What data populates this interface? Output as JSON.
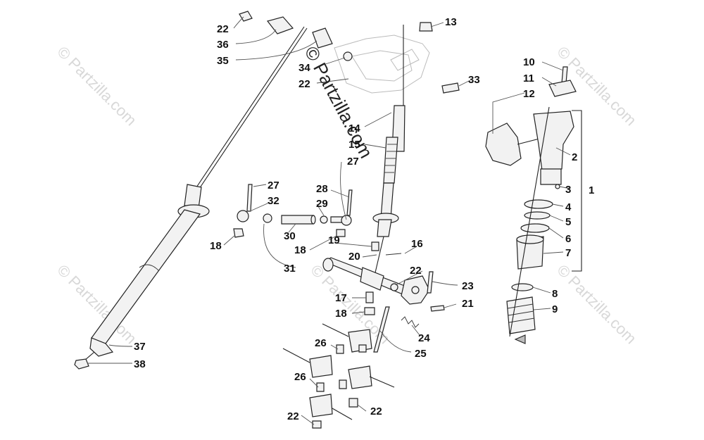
{
  "watermark": {
    "text": "© Partzilla.com",
    "copyright_symbol": "©",
    "brand": "Partzilla.com"
  },
  "callouts": {
    "c1": "1",
    "c2": "2",
    "c3": "3",
    "c4": "4",
    "c5": "5",
    "c6": "6",
    "c7": "7",
    "c8": "8",
    "c9": "9",
    "c10": "10",
    "c11": "11",
    "c12": "12",
    "c13": "13",
    "c14": "14",
    "c15": "15",
    "c16": "16",
    "c17": "17",
    "c18a": "18",
    "c18b": "18",
    "c18c": "18",
    "c19": "19",
    "c20": "20",
    "c21": "21",
    "c22a": "22",
    "c22b": "22",
    "c22c": "22",
    "c22d": "22",
    "c22e": "22",
    "c23": "23",
    "c24": "24",
    "c25": "25",
    "c26a": "26",
    "c26b": "26",
    "c27a": "27",
    "c27b": "27",
    "c28": "28",
    "c29": "29",
    "c30": "30",
    "c31": "31",
    "c32": "32",
    "c33": "33",
    "c34": "34",
    "c35": "35",
    "c36": "36",
    "c37": "37",
    "c38": "38"
  }
}
